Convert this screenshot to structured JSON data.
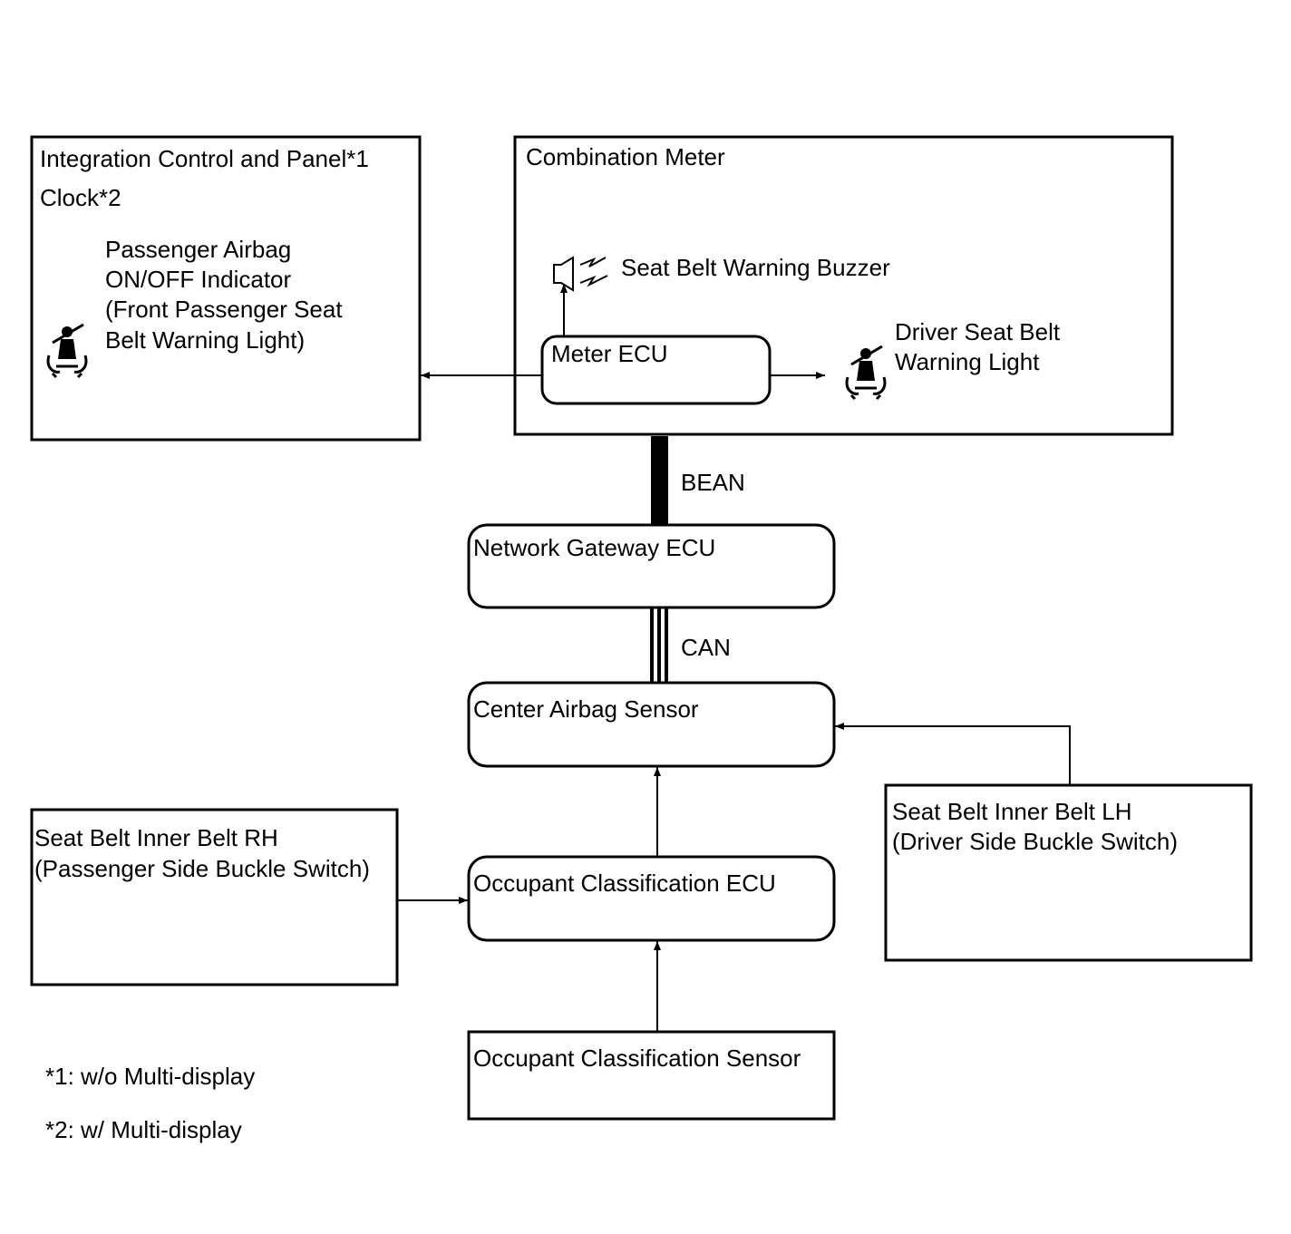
{
  "integration_box": {
    "title": "Integration Control and Panel*1",
    "subtitle": "Clock*2",
    "indicator_lines": [
      "Passenger Airbag",
      "ON/OFF Indicator",
      "(Front Passenger Seat",
      "Belt Warning Light)"
    ]
  },
  "combination_meter": {
    "title": "Combination Meter",
    "buzzer_label": "Seat Belt Warning Buzzer",
    "meter_ecu": "Meter ECU",
    "driver_light_lines": [
      "Driver Seat Belt",
      "Warning Light"
    ]
  },
  "bus": {
    "bean_label": "BEAN",
    "can_label": "CAN"
  },
  "nodes": {
    "gateway": "Network Gateway ECU",
    "center_airbag": "Center Airbag Sensor",
    "occupant_ecu": "Occupant Classification ECU",
    "occupant_sensor": "Occupant Classification Sensor"
  },
  "rh_switch_lines": [
    "Seat Belt Inner Belt RH",
    "(Passenger Side Buckle Switch)"
  ],
  "lh_switch_lines": [
    "Seat Belt Inner Belt LH",
    "(Driver Side Buckle Switch)"
  ],
  "footnotes": [
    "*1: w/o Multi-display",
    "*2: w/ Multi-display"
  ]
}
